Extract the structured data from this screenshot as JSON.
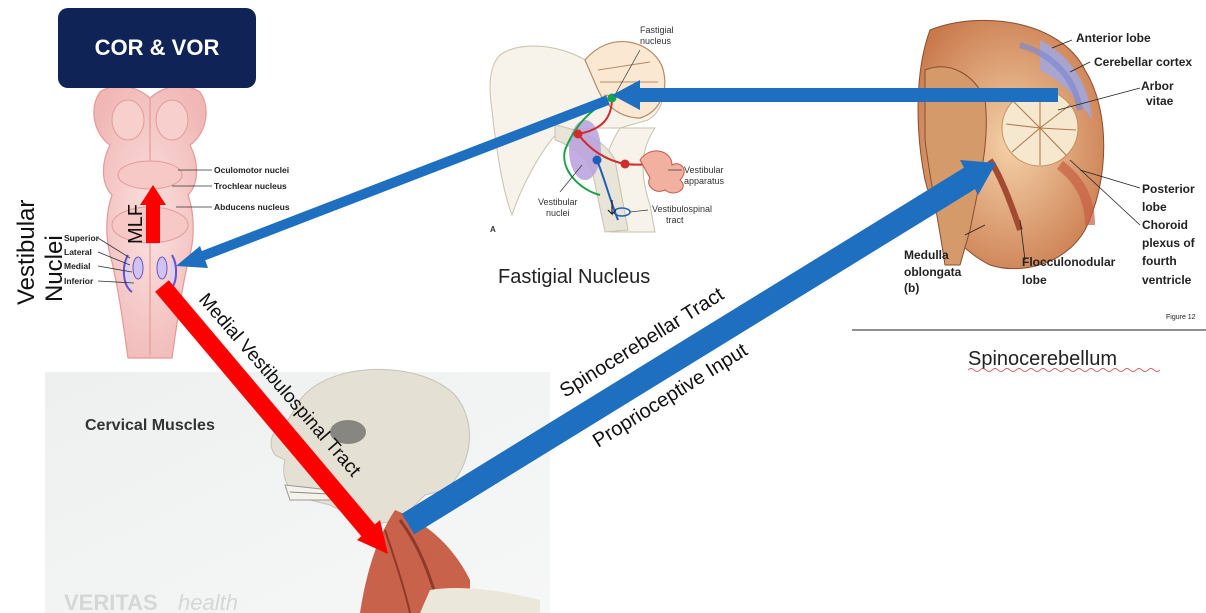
{
  "box": {
    "title": "COR & VOR"
  },
  "brainstem": {
    "side_label_1": "Vestibular",
    "side_label_2": "Nuclei",
    "mlf": "MLF",
    "nuclei_labels": [
      "Oculomotor nuclei",
      "Trochlear nucleus",
      "Abducens nucleus"
    ],
    "vestibular_labels": [
      "Superior",
      "Lateral",
      "Medial",
      "Inferior"
    ]
  },
  "fastigial": {
    "caption": "Fastigial Nucleus",
    "labels": {
      "fastigial_nucleus_1": "Fastigial",
      "fastigial_nucleus_2": "nucleus",
      "vestibular_apparatus_1": "Vestibular",
      "vestibular_apparatus_2": "apparatus",
      "vestibular_nuclei_1": "Vestibular",
      "vestibular_nuclei_2": "nuclei",
      "vestibulospinal_1": "Vestibulospinal",
      "vestibulospinal_2": "tract",
      "panel": "A"
    }
  },
  "cerebellum": {
    "caption": "Spinocerebellum",
    "labels": {
      "anterior": "Anterior lobe",
      "cortex": "Cerebellar cortex",
      "arbor_1": "Arbor",
      "arbor_2": "vitae",
      "posterior_1": "Posterior",
      "posterior_2": "lobe",
      "choroid_1": "Choroid",
      "choroid_2": "plexus of",
      "choroid_3": "fourth",
      "choroid_4": "ventricle",
      "medulla_1": "Medulla",
      "medulla_2": "oblongata",
      "panel": "(b)",
      "floccular_1": "Flocculonodular",
      "floccular_2": "lobe",
      "figure": "Figure 12"
    }
  },
  "cervical": {
    "title": "Cervical Muscles",
    "brand_bold": "VERITAS",
    "brand_italic": "health"
  },
  "arrows": {
    "medial_tract": "Medial Vestibulospinal Tract",
    "spino_tract": "Spinocerebellar Tract",
    "proprio": "Proprioceptive Input"
  },
  "colors": {
    "red_arrow": "#ff0000",
    "blue_arrow": "#1f6fc0",
    "box_bg": "#0f2357"
  }
}
